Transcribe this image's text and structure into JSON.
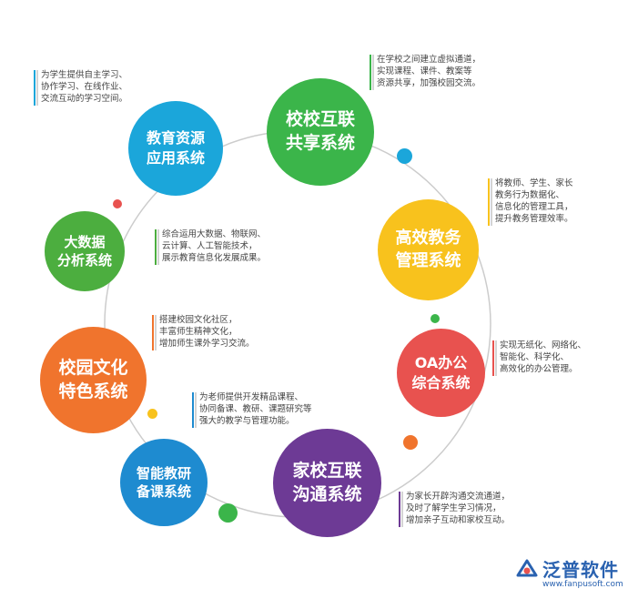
{
  "nodes": {
    "jiaoyu": {
      "line1": "教育资源",
      "line2": "应用系统",
      "color": "#1ba6da"
    },
    "xiaoxiao": {
      "line1": "校校互联",
      "line2": "共享系统",
      "color": "#3bb54a"
    },
    "gaoxiao": {
      "line1": "高效教务",
      "line2": "管理系统",
      "color": "#f8c21d"
    },
    "oa": {
      "line1": "OA办公",
      "line2": "综合系统",
      "color": "#e8524f"
    },
    "jiaxiao": {
      "line1": "家校互联",
      "line2": "沟通系统",
      "color": "#6d3a95"
    },
    "zhineng": {
      "line1": "智能教研",
      "line2": "备课系统",
      "color": "#1e8bd0"
    },
    "xiaoyuan": {
      "line1": "校园文化",
      "line2": "特色系统",
      "color": "#f0742d"
    },
    "dashuju": {
      "line1": "大数据",
      "line2": "分析系统",
      "color": "#4cae3f"
    }
  },
  "descriptions": {
    "jiaoyu": {
      "lines": [
        "为学生提供自主学习、",
        "协作学习、在线作业、",
        "交流互动的学习空间。"
      ],
      "color": "#1ba6da"
    },
    "xiaoxiao": {
      "lines": [
        "在学校之间建立虚拟通道，",
        "实现课程、课件、教案等",
        "资源共享，加强校园交流。"
      ],
      "color": "#3bb54a"
    },
    "gaoxiao": {
      "lines": [
        "将教师、学生、家长",
        "教务行为数据化、",
        "信息化的管理工具，",
        "提升教务管理效率。"
      ],
      "color": "#f8c21d"
    },
    "dashuju": {
      "lines": [
        "综合运用大数据、物联网、",
        "云计算、人工智能技术，",
        "展示教育信息化发展成果。"
      ],
      "color": "#4cae3f"
    },
    "xiaoyuan": {
      "lines": [
        "搭建校园文化社区，",
        "丰富师生精神文化，",
        "增加师生课外学习交流。"
      ],
      "color": "#f0742d"
    },
    "oa": {
      "lines": [
        "实现无纸化、网络化、",
        "智能化、科学化、",
        "高效化的办公管理。"
      ],
      "color": "#e8524f"
    },
    "zhineng": {
      "lines": [
        "为老师提供开发精品课程、",
        "协同备课、教研、课题研究等",
        "强大的教学与管理功能。"
      ],
      "color": "#1e8bd0"
    },
    "jiaxiao": {
      "lines": [
        "为家长开辟沟通交流通道，",
        "及时了解学生学习情况，",
        "增加亲子互动和家校互动。"
      ],
      "color": "#6d3a95"
    }
  },
  "dots": {
    "teal": "#1ba6da",
    "green": "#3bb54a",
    "orange": "#f0742d",
    "red": "#e8524f",
    "yellow": "#f8c21d",
    "greenLarge": "#3bb54a"
  },
  "ring_color": "#cccccc",
  "logo": {
    "name": "泛普软件",
    "url": "www.fanpusoft.com",
    "color": "#2a62b0"
  }
}
